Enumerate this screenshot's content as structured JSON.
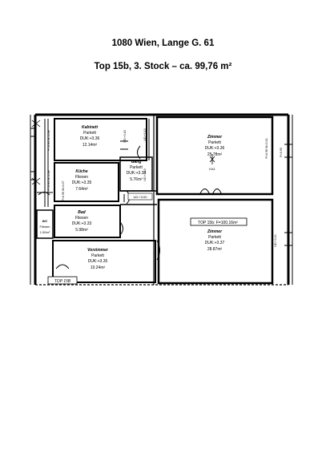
{
  "header": {
    "address": "1080 Wien, Lange G. 61",
    "unit": "Top 15b, 3. Stock – ca. 99,76 m²"
  },
  "rooms": [
    {
      "name": "Kabinett",
      "floor": "Parkett",
      "duk": "DUK:+3.36",
      "area": "12.14m²"
    },
    {
      "name": "Küche",
      "floor": "Fliesen",
      "duk": "DUK:+3.35",
      "area": "7.64m²"
    },
    {
      "name": "Bad",
      "floor": "Fliesen",
      "duk": "DUK:+3.33",
      "area": "5.98m²"
    },
    {
      "name": "WC",
      "floor": "Fliesen",
      "area": "1.50m²"
    },
    {
      "name": "Vorzimmer",
      "floor": "Parkett",
      "duk": "DUK:+3.35",
      "area": "10.24m²"
    },
    {
      "name": "Gang",
      "floor": "Parkett",
      "duk": "DUK:+3.34",
      "area": "5.76m²"
    },
    {
      "name": "Zimmer",
      "floor": "Parkett",
      "duk": "DUK:+3.36",
      "area": "25.78m²"
    },
    {
      "name": "Zimmer",
      "floor": "Parkett",
      "duk": "DUK:+3.37",
      "area": "28.87m²"
    }
  ],
  "annotations": {
    "top_box": "TOP 15b: F=100.16m²",
    "top_label": "TOP 15B",
    "ud_gang": "UD:+3.00",
    "symbol_ka": "KA1",
    "dim_kab": "P=0.95 W=2.68",
    "dim_kue": "P=0.95 W=2.68",
    "dim_zi1": "P=0.95 W=3.02",
    "dim_zi2": "UD:+3.14",
    "dim_gang_top": "UD:+3.18",
    "dim_gang_side": "UD:+3.10",
    "dim_gang_top2": "UD:+3.13",
    "dim_wall1": "P=0.95 W=2.07",
    "dim_wall2": "P=0.95"
  }
}
